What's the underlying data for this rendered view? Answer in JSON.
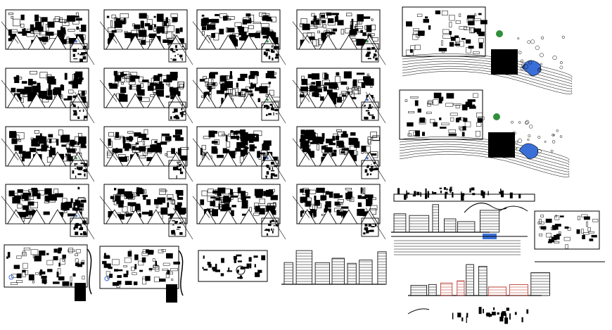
{
  "drawing": {
    "background": "#ffffff",
    "ink": "#000000",
    "accent_blue": "#3a6fd8",
    "accent_green": "#2f8f3a",
    "accent_red": "#b32a1e",
    "floor_plan_rows": 4,
    "floor_plan_cols": 4,
    "site_plans": 2,
    "elevations": 3
  }
}
